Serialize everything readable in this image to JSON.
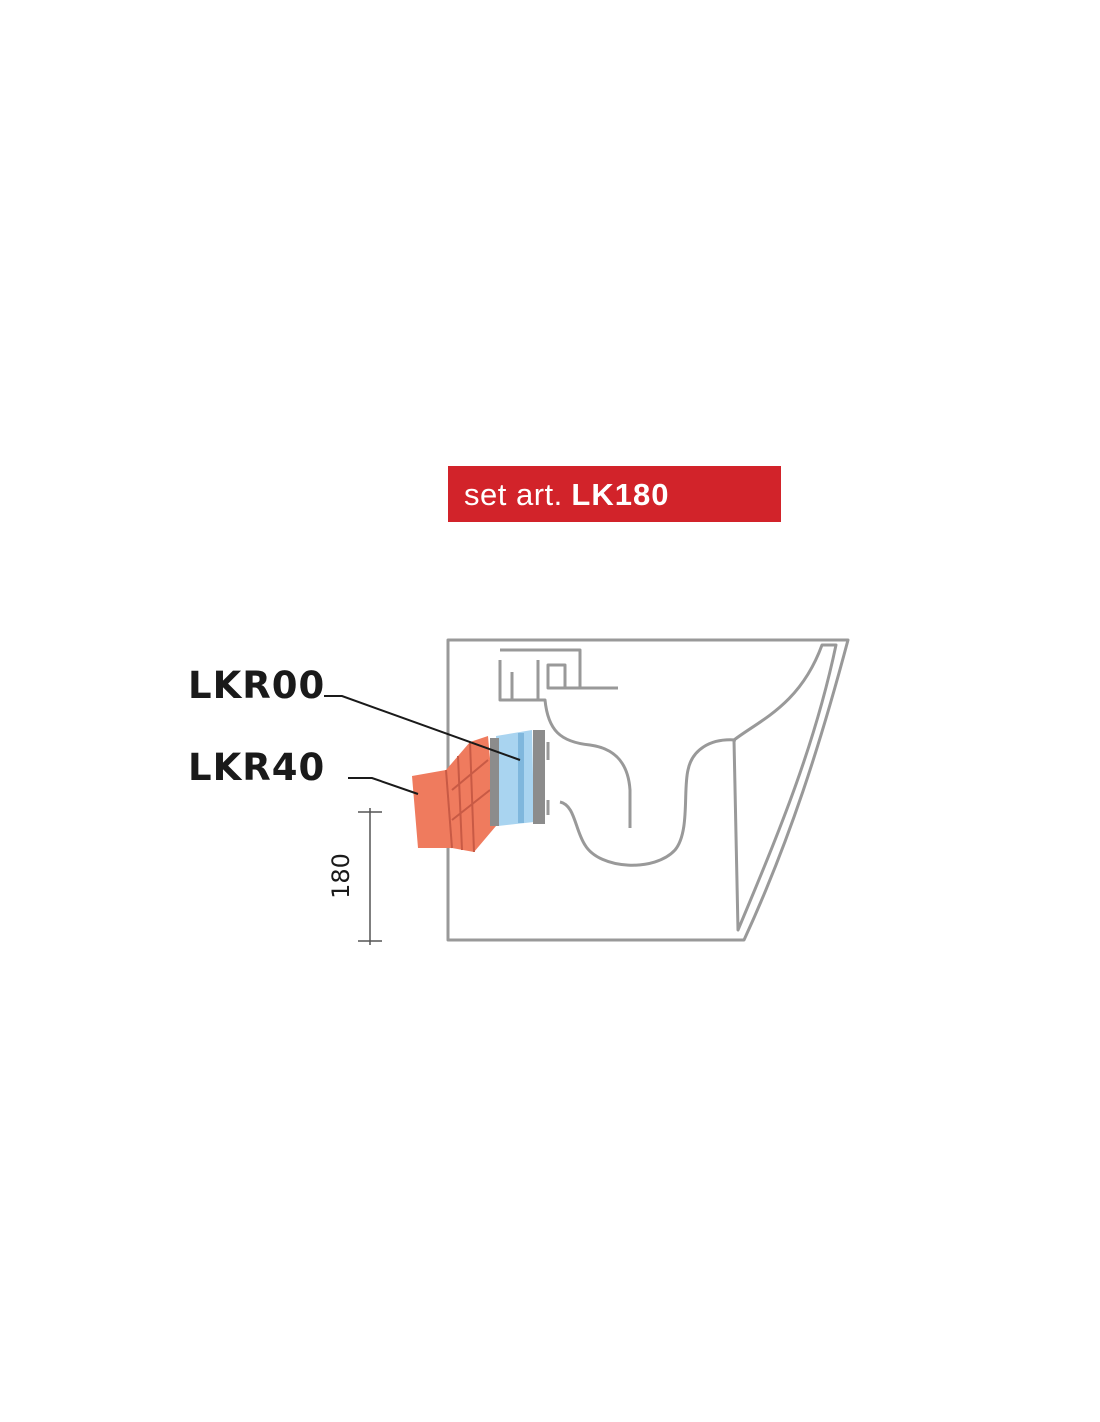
{
  "banner": {
    "prefix": "set art.",
    "code": "LK180",
    "color": "#d2232a"
  },
  "parts": {
    "lkr00": "LKR00",
    "lkr40": "LKR40"
  },
  "dimension": {
    "value": "180"
  },
  "colors": {
    "outline": "#999999",
    "outline_fill": "#ffffff",
    "adapter_red": "#ef7b5e",
    "adapter_blue": "#a9d4f0",
    "gasket_gray": "#8c8c8c",
    "leader_line": "#1a1a1a"
  }
}
